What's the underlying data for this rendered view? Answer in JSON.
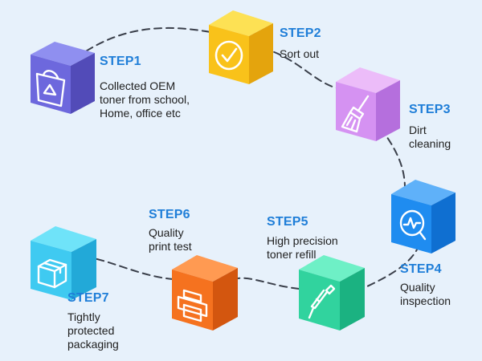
{
  "background": "#e7f1fb",
  "title_color": "#1f7ed8",
  "steps": [
    {
      "id": "step1",
      "title": "STEP1",
      "desc": "Collected OEM\ntoner from school,\nHome, office etc",
      "icon": "recycle-bag-icon",
      "colors": {
        "top": "#8f8ff0",
        "front": "#6d68dd",
        "side": "#524bb8"
      }
    },
    {
      "id": "step2",
      "title": "STEP2",
      "desc": "Sort out",
      "icon": "checkmark-circle-icon",
      "colors": {
        "top": "#fde154",
        "front": "#f9c21a",
        "side": "#e4a40d"
      }
    },
    {
      "id": "step3",
      "title": "STEP3",
      "desc": "Dirt\ncleaning",
      "icon": "broom-icon",
      "colors": {
        "top": "#ecbcf9",
        "front": "#d592f2",
        "side": "#b56fdd"
      }
    },
    {
      "id": "step4",
      "title": "STEP4",
      "desc": "Quality\ninspection",
      "icon": "magnifier-pulse-icon",
      "colors": {
        "top": "#5fb1f9",
        "front": "#1f8cf0",
        "side": "#0f6fd1"
      }
    },
    {
      "id": "step5",
      "title": "STEP5",
      "desc": "High precision\ntoner refill",
      "icon": "pen-refill-icon",
      "colors": {
        "top": "#6ef0c6",
        "front": "#31d39e",
        "side": "#1bb281"
      }
    },
    {
      "id": "step6",
      "title": "STEP6",
      "desc": "Quality\nprint test",
      "icon": "printer-icon",
      "colors": {
        "top": "#ff9a52",
        "front": "#f5721f",
        "side": "#d3560f"
      }
    },
    {
      "id": "step7",
      "title": "STEP7",
      "desc": "Tightly\nprotected\npackaging",
      "icon": "package-box-icon",
      "colors": {
        "top": "#6fe3f9",
        "front": "#3fcaf1",
        "side": "#22a9d8"
      }
    }
  ]
}
